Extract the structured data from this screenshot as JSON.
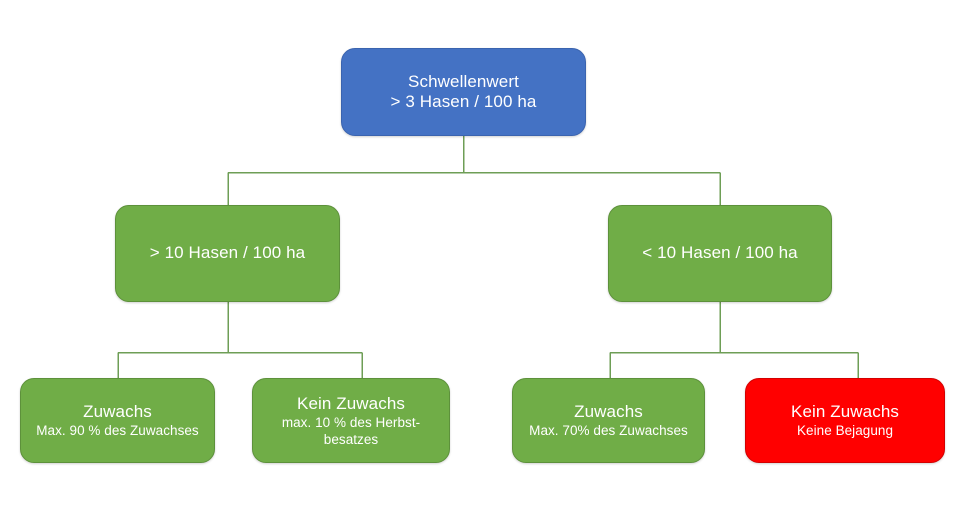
{
  "diagram": {
    "type": "decision-tree-flowchart",
    "language": "de",
    "background_color": "#FFFFFF",
    "connector_color": "#6E9E56",
    "colors": {
      "blue": "#4472C4",
      "green": "#70AD47",
      "red": "#FF0000",
      "text": "#FFFFFF"
    },
    "nodes": {
      "root": {
        "title": "Schwellenwert",
        "subtitle": "> 3 Hasen / 100 ha",
        "color": "#4472C4"
      },
      "high_density": {
        "title": "> 10 Hasen / 100 ha",
        "color": "#70AD47"
      },
      "low_density": {
        "title": "< 10 Hasen / 100 ha",
        "color": "#70AD47"
      },
      "growth_left": {
        "title": "Zuwachs",
        "subtitle": "Max. 90 % des Zuwachses",
        "color": "#70AD47"
      },
      "no_growth_left": {
        "title": "Kein Zuwachs",
        "subtitle_line1": "max. 10 % des Herbst-",
        "subtitle_line2": "besatzes",
        "color": "#70AD47"
      },
      "growth_right": {
        "title": "Zuwachs",
        "subtitle": "Max. 70% des Zuwachses",
        "color": "#70AD47"
      },
      "no_growth_right": {
        "title": "Kein Zuwachs",
        "subtitle": "Keine Bejagung",
        "color": "#FF0000"
      }
    }
  }
}
